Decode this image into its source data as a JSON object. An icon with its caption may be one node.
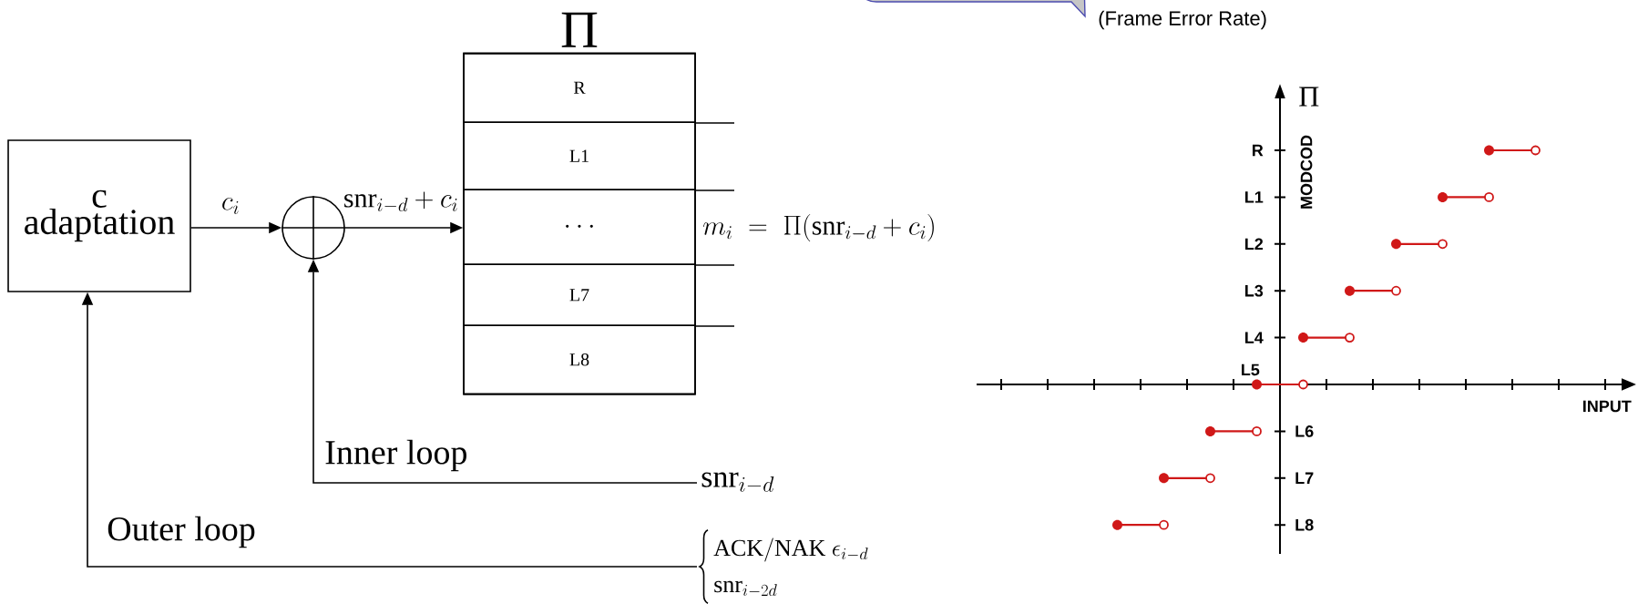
{
  "diagram": {
    "nodes": [
      {
        "text": [
          "c adaptation"
        ]
      },
      {
        "text": [],
        "shape": "circle"
      },
      {
        "text": [
          "Π"
        ]
      },
      {
        "text": [
          "R"
        ],
        "in": 2
      },
      {
        "text": [
          "L1"
        ],
        "in": 2
      },
      {
        "text": [
          "\\cdots"
        ],
        "in": 2
      },
      {
        "text": [
          "L7"
        ],
        "in": 2
      },
      {
        "text": [
          "L8"
        ],
        "in": 2
      },
      {
        "text": [
          "\\mathrm{snr}_{i-d}"
        ]
      },
      {
        "text": [
          "\\mathrm{ACK/NAK}\\ \\epsilon_{i-d}",
          "\\mathrm{snr}_{i-2d}"
        ]
      }
    ],
    "edges": [
      {
        "from": 0,
        "to": 1,
        "arrow": "to",
        "label": "c_i"
      },
      {
        "from": 1,
        "to": 5,
        "arrow": "to",
        "label": "\\mathrm{snr}_{i-d}+c_i"
      },
      {
        "from": 8,
        "to": 1,
        "arrow": "to",
        "label": "Inner loop"
      },
      {
        "from": 9,
        "to": 0,
        "arrow": "to",
        "label": "Outer loop"
      }
    ],
    "labels": [
      "(Frame Error Rate)",
      "m_i \\;=\\; \\Pi(\\mathrm{snr}_{i-d}+c_i)",
      "Π",
      "MODCOD",
      "R",
      "L1",
      "L2",
      "L3",
      "L4",
      "L5",
      "L6",
      "L7",
      "L8",
      "INPUT"
    ]
  }
}
